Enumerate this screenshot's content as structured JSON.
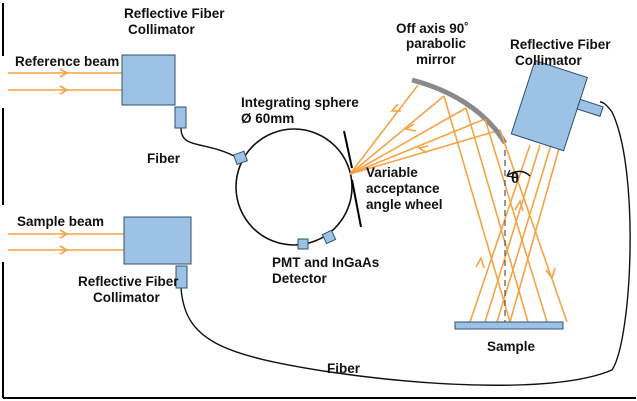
{
  "labels": {
    "top_left_collimator_line1": "Reflective Fiber",
    "top_left_collimator_line2": "Collimator",
    "reference_beam": "Reference beam",
    "fiber_top": "Fiber",
    "integrating_sphere_line1": "Integrating sphere",
    "integrating_sphere_line2": "Ø 60mm",
    "mirror_line1": "Off axis 90˚",
    "mirror_line2": "parabolic",
    "mirror_line3": "mirror",
    "right_collimator_line1": "Reflective Fiber",
    "right_collimator_line2": "Collimator",
    "wheel_line1": "Variable",
    "wheel_line2": "acceptance",
    "wheel_line3": "angle wheel",
    "sample_beam": "Sample beam",
    "detector_line1": "PMT and InGaAs",
    "detector_line2": "Detector",
    "bottom_collimator_line1": "Reflective Fiber",
    "bottom_collimator_line2": "Collimator",
    "theta": "θ",
    "fiber_bottom": "Fiber",
    "sample": "Sample"
  },
  "colors": {
    "beam": "#f5a445",
    "component_fill": "#9cc3e6",
    "component_stroke": "#2f4f6f",
    "mirror": "#8a8a8a",
    "sample_plate": "#9cc3e6"
  }
}
